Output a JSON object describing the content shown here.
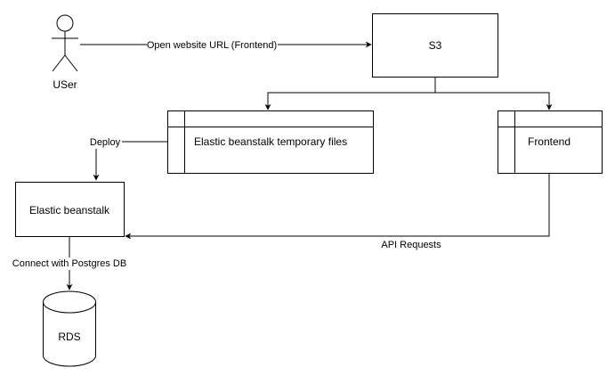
{
  "nodes": {
    "user": {
      "label": "USer",
      "shape": "actor"
    },
    "s3": {
      "label": "S3",
      "shape": "rectangle"
    },
    "eb_temp_files": {
      "label": "Elastic beanstalk temporary files",
      "shape": "internal-storage"
    },
    "frontend": {
      "label": "Frontend",
      "shape": "internal-storage"
    },
    "elastic_beanstalk": {
      "label": "Elastic beanstalk",
      "shape": "rectangle"
    },
    "rds": {
      "label": "RDS",
      "shape": "cylinder"
    }
  },
  "edges": {
    "user_to_s3": {
      "label": "Open website URL (Frontend)"
    },
    "s3_to_eb_temp_files": {
      "label": ""
    },
    "s3_to_frontend": {
      "label": ""
    },
    "eb_temp_files_to_eb": {
      "label": "Deploy"
    },
    "frontend_to_eb": {
      "label": "API Requests"
    },
    "eb_to_rds": {
      "label": "Connect with Postgres DB"
    }
  },
  "colors": {
    "stroke": "#000000",
    "fill": "#ffffff",
    "text": "#000000"
  }
}
